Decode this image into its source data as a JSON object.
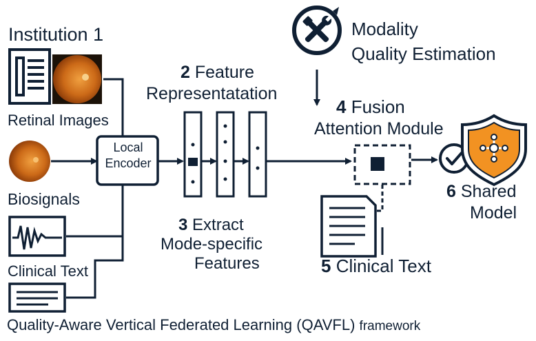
{
  "institution": "Institution 1",
  "inputs": {
    "retinal_images": "Retinal Images",
    "biosignals": "Biosignals",
    "clinical_text": "Clinical Text"
  },
  "encoder": {
    "line1": "Local",
    "line2": "Encoder"
  },
  "step2": {
    "number": "2",
    "line1": "Feature",
    "line2": "Representatation"
  },
  "step3": {
    "number": "3",
    "line1": "Extract",
    "line2": "Mode-specific",
    "line3": "Features"
  },
  "modality": {
    "line1": "Modality",
    "line2": "Quality Estimation"
  },
  "step4": {
    "number": "4",
    "line1": "Fusion",
    "line2": "Attention Module"
  },
  "step5": {
    "number": "5",
    "label": "Clinical Text"
  },
  "step6": {
    "number": "6",
    "line1": "Shared",
    "line2": "Model"
  },
  "footer": {
    "main": "Quality-Aware Vertical Federated Learning (QAVFL)",
    "suffix": "framework"
  },
  "colors": {
    "ink": "#0f1f33",
    "retina_orange": "#c8681a",
    "shield_orange": "#f29222"
  }
}
